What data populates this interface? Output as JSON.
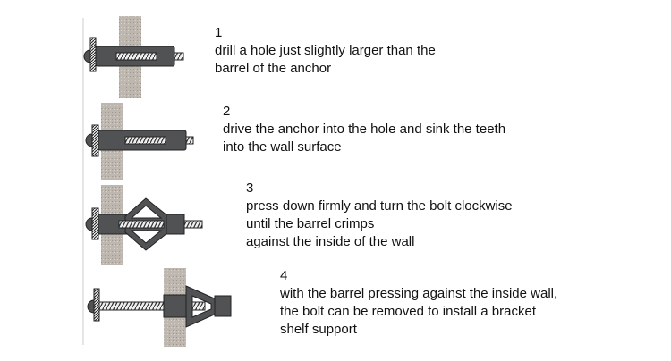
{
  "colors": {
    "wall": "#b8b2ab",
    "anchor": "#505254",
    "outline": "#222222",
    "screw": "#e0e0e0"
  },
  "steps": [
    {
      "number": "1",
      "lines": [
        "drill a hole just slightly larger than the",
        "barrel of the anchor"
      ]
    },
    {
      "number": "2",
      "lines": [
        "drive the anchor into the hole and sink the teeth",
        "into the wall surface"
      ]
    },
    {
      "number": "3",
      "lines": [
        "press down firmly and turn the bolt clockwise",
        "until the barrel crimps",
        "against the inside of the wall"
      ]
    },
    {
      "number": "4",
      "lines": [
        "with the barrel pressing against the inside wall,",
        "the bolt can be removed to install a bracket",
        "shelf support"
      ]
    }
  ]
}
